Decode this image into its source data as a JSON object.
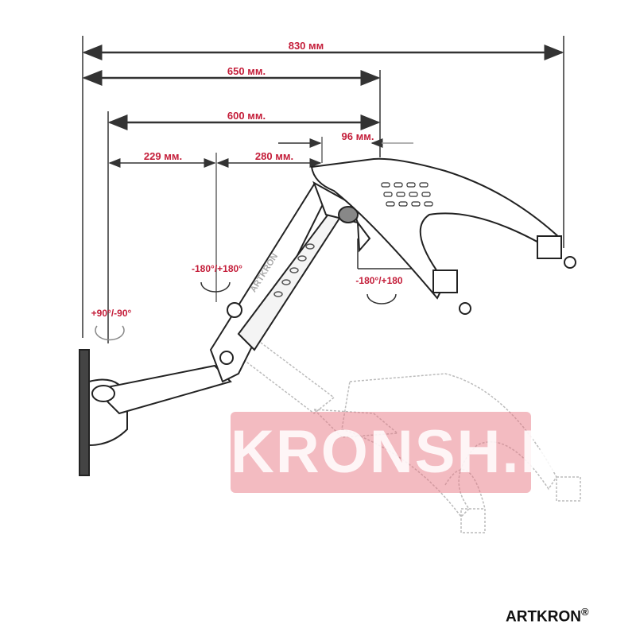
{
  "dimensions": {
    "total": "830 мм",
    "reach": "650 мм.",
    "arm": "600 мм.",
    "tray_offset": "96 мм.",
    "lower_arm": "229 мм.",
    "upper_arm": "280 мм."
  },
  "rotations": {
    "wall": "+90°/-90°",
    "elbow": "-180°/+180°",
    "tray": "-180°/+180"
  },
  "arm_marking": "ARTKRON",
  "watermark": "KRONSH.RU",
  "brand": {
    "name": "ARTKRON",
    "mark": "®"
  },
  "colors": {
    "label": "#c41e3a",
    "watermark": "#e87884",
    "line": "#333333"
  }
}
